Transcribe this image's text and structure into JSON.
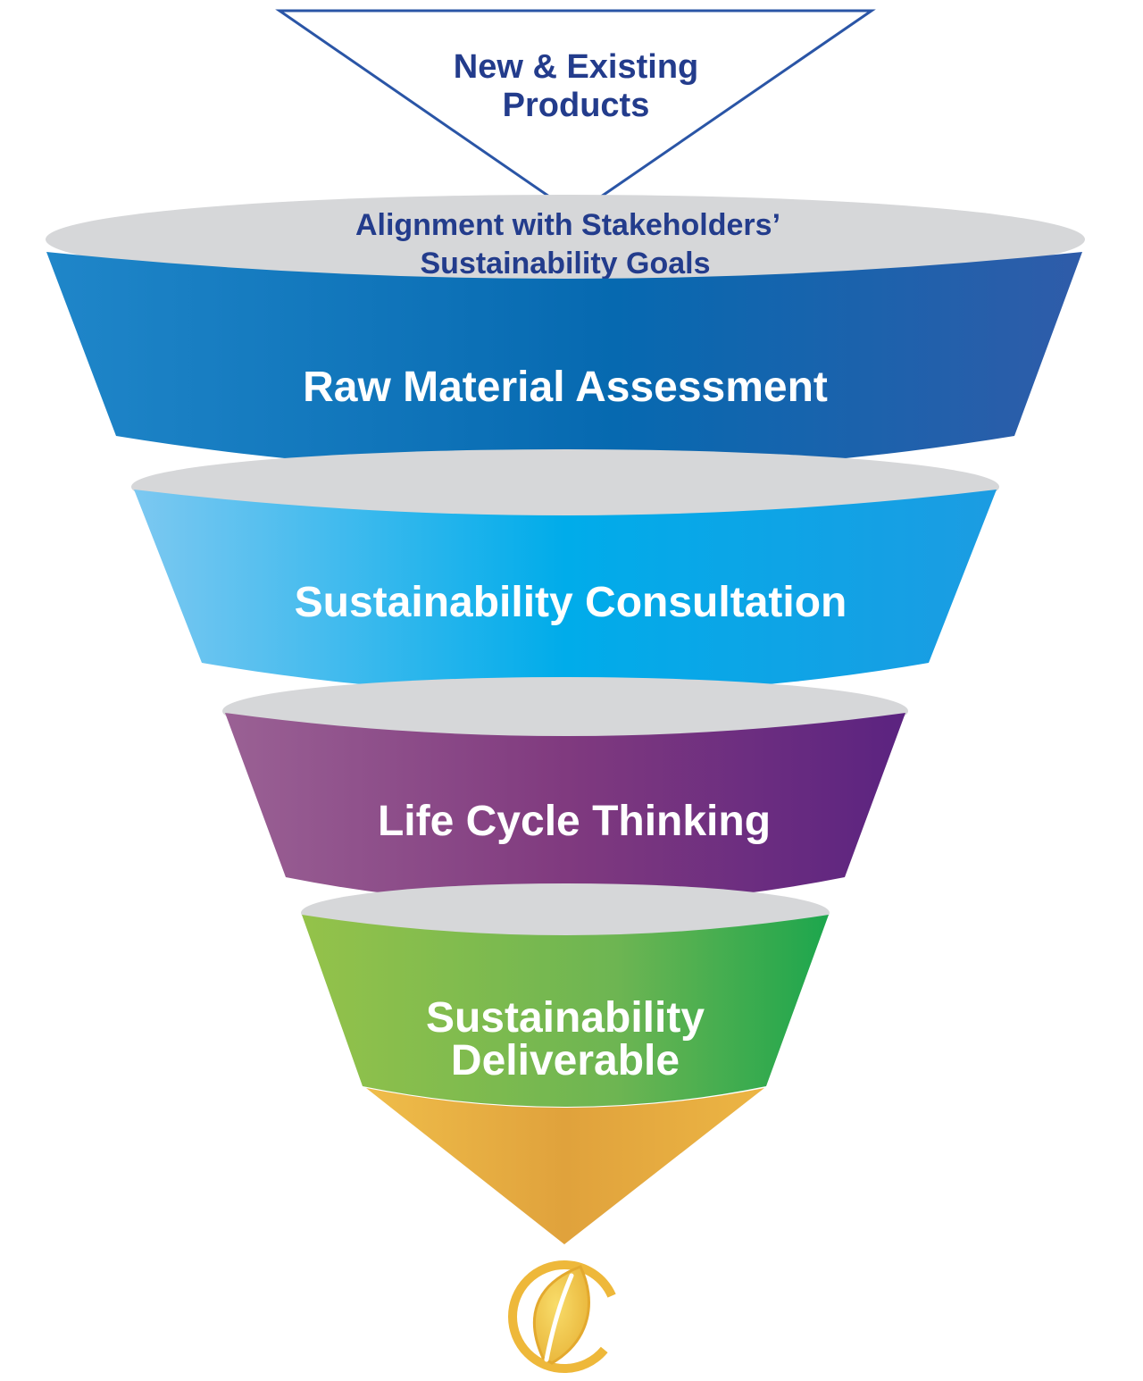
{
  "diagram": {
    "input": {
      "line1": "New & Existing",
      "line2": "Products"
    },
    "alignment": {
      "line1": "Alignment with Stakeholders’",
      "line2": "Sustainability Goals"
    },
    "stages": [
      {
        "label": "Raw Material Assessment"
      },
      {
        "label": "Sustainability Consultation"
      },
      {
        "label": "Life Cycle Thinking"
      },
      {
        "label_line1": "Sustainability",
        "label_line2": "Deliverable"
      }
    ],
    "colors": {
      "navy_text": "#233c8c",
      "rim_gray": "#d5d6d8",
      "stage1": [
        "#1e7fc4",
        "#0a6db4",
        "#2c5fb0"
      ],
      "stage2": [
        "#79c7f2",
        "#00aee9",
        "#1a9ee4"
      ],
      "stage3": [
        "#9a5f92",
        "#7e3a80",
        "#5a237f"
      ],
      "stage4": [
        "#93c24c",
        "#73b550",
        "#1fa64c"
      ],
      "tip": [
        "#f0c04a",
        "#e2a43c"
      ]
    }
  }
}
